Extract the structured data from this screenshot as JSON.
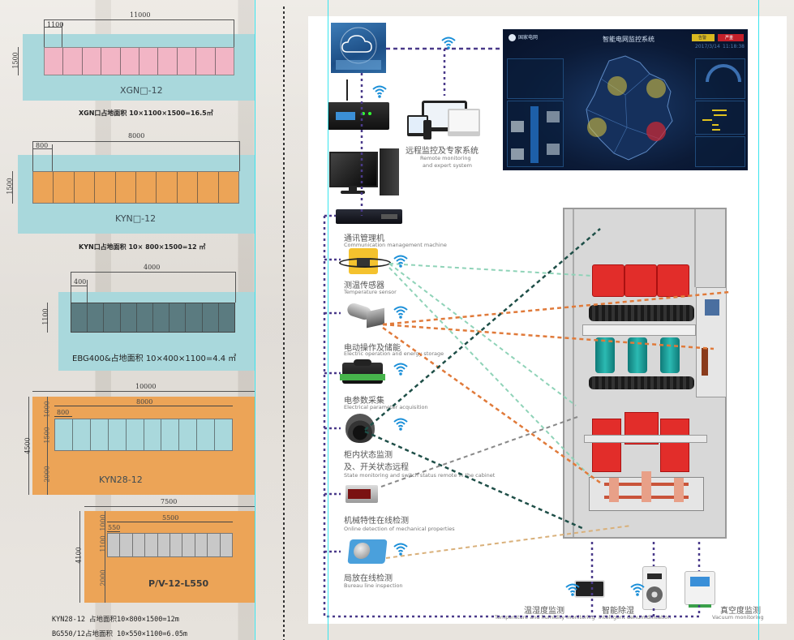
{
  "footprints": [
    {
      "model": "XGN□-12",
      "total_width": "11000",
      "cabinet_width": "1100",
      "depth": "1500",
      "cabinet_count": 10,
      "cabinet_color": "#f2b5c5",
      "bg_color": "#a9d8dc",
      "caption": "XGN口占地面积 10×1100×1500=16.5㎡"
    },
    {
      "model": "KYN□-12",
      "total_width": "8000",
      "cabinet_width": "800",
      "depth": "1500",
      "cabinet_count": 10,
      "cabinet_color": "#eca457",
      "bg_color": "#a9d8dc",
      "caption": "KYN口占地面积 10× 800×1500=12 ㎡"
    },
    {
      "model": "EBG400",
      "total_width": "4000",
      "cabinet_width": "400",
      "depth": "1100",
      "cabinet_count": 10,
      "cabinet_color": "#5b7b80",
      "bg_color": "#a9d8dc",
      "caption": "EBG400&占地面积 10×400×1100=4.4 ㎡"
    },
    {
      "model": "KYN28-12",
      "outer_width": "10000",
      "total_width": "8000",
      "cabinet_width": "800",
      "outer_depth": "4500",
      "front": "1000",
      "depth": "1500",
      "rear": "2000",
      "cabinet_count": 10,
      "cabinet_color": "#a9d8dc",
      "bg_color": "#eca457"
    },
    {
      "model": "P/V-12-L550",
      "outer_width": "7500",
      "total_width": "5500",
      "cabinet_width": "550",
      "outer_depth": "4100",
      "front": "1000",
      "depth": "1100",
      "rear": "2000",
      "cabinet_count": 10,
      "cabinet_color": "#c8c8c8",
      "bg_color": "#eca457"
    }
  ],
  "bottom_captions": [
    "KYN28-12 占地面积10×800×1500=12m",
    "BG550/12占地面积 10×550×1100=6.05m"
  ],
  "system": {
    "cloud_icon": "cloud-icon",
    "remote": {
      "cn": "远程监控及专家系统",
      "en1": "Remote monitoring",
      "en2": "and expert system"
    },
    "dashboard": {
      "title": "智能电网监控系统",
      "brand": "国家电网",
      "date": "2017/3/14",
      "time": "11:18:38",
      "badge_warn": "告警",
      "badge_alarm": "严重"
    },
    "devices": [
      {
        "cn": "通讯管理机",
        "en": "Communication management machine"
      },
      {
        "cn": "测温传感器",
        "en": "Temperature sensor"
      },
      {
        "cn": "电动操作及储能",
        "en": "Electric operation and energy storage"
      },
      {
        "cn": "电参数采集",
        "en": "Electrical parameter acquisition"
      },
      {
        "cn": "柜内状态监测",
        "cn2": "及、开关状态远程",
        "en": "State monitoring and switch status remote in the cabinet"
      },
      {
        "cn": "机械特性在线检测",
        "en": "Online detection of mechanical properties"
      },
      {
        "cn": "局放在线检测",
        "en": "Bureau line inspection"
      }
    ],
    "bottom_devices": [
      {
        "cn": "温湿度监测",
        "en": "Temperature and humidity monitoring"
      },
      {
        "cn": "智能除湿",
        "en": "Intelligent dehumidification"
      },
      {
        "cn": "真空度监测",
        "en": "Vacuum monitoring"
      }
    ],
    "line_colors": {
      "bus": "#4a3a8a",
      "teal": "#8fd3b8",
      "orange": "#e07a3a",
      "dark_green": "#1f4f48",
      "gray": "#888888",
      "tan": "#d9b07a"
    }
  }
}
